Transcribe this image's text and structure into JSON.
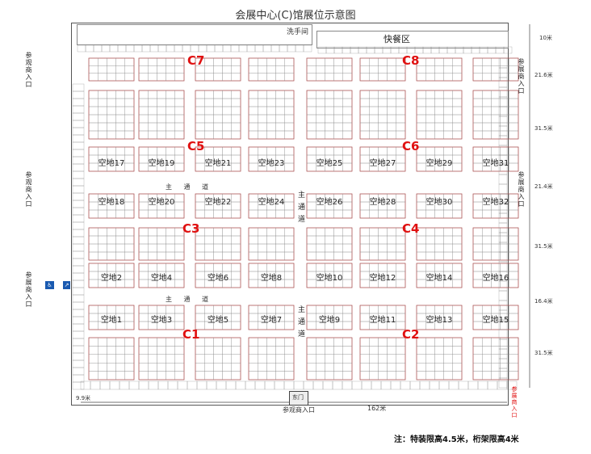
{
  "title": "会展中心(C)馆展位示意图",
  "top": {
    "restroom": "洗手间",
    "food": "快餐区"
  },
  "zones": [
    "C7",
    "C8",
    "C5",
    "C6",
    "C3",
    "C4",
    "C1",
    "C2"
  ],
  "empty_blocks": {
    "row1": [
      "空地17",
      "空地19",
      "空地21",
      "空地23",
      "空地25",
      "空地27",
      "空地29",
      "空地31"
    ],
    "row2": [
      "空地18",
      "空地20",
      "空地22",
      "空地24",
      "空地26",
      "空地28",
      "空地30",
      "空地32"
    ],
    "row3": [
      "空地2",
      "空地4",
      "空地6",
      "空地8",
      "空地10",
      "空地12",
      "空地14",
      "空地16"
    ],
    "row4": [
      "空地1",
      "空地3",
      "空地5",
      "空地7",
      "空地9",
      "空地11",
      "空地13",
      "空地15"
    ]
  },
  "aisles": {
    "main_h": "主 通 道",
    "main_v": "主通道"
  },
  "entrances": {
    "visitor_left_top": "参观商入口",
    "visitor_left_mid": "参观商入口",
    "exhibitor_left": "参展商入口",
    "exhibitor_right_top": "参展商入口",
    "exhibitor_right_mid": "参展商入口",
    "visitor_bottom": "参观商入口",
    "east_gate": "东门",
    "exit_note": "参展商入口"
  },
  "dimensions": {
    "top": "10米",
    "r1": "21.6米",
    "r2": "31.5米",
    "r3": "21.4米",
    "r4": "31.5米",
    "r5": "16.4米",
    "r6": "31.5米",
    "left_bottom": "9.9米",
    "bottom_width": "162米"
  },
  "note": "注：特装限高4.5米，桁架限高4米",
  "colors": {
    "zone": "#e01010",
    "line": "#c03030",
    "grid": "#888888"
  }
}
